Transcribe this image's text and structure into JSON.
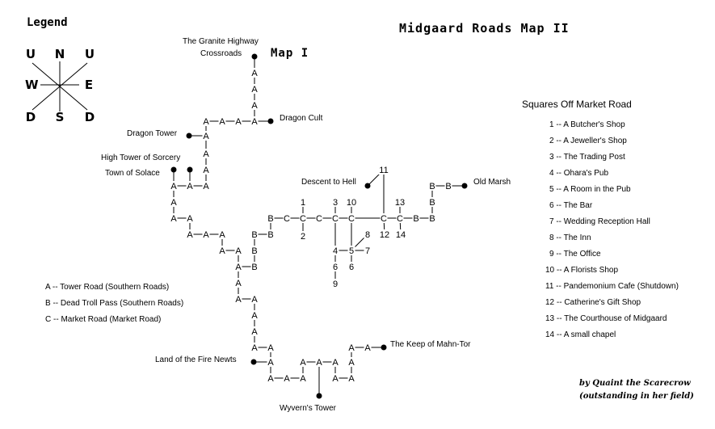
{
  "title": "Midgaard Roads Map II",
  "map_link_label": "Map I",
  "legend": {
    "title": "Legend",
    "compass": {
      "nw": "U",
      "n": "N",
      "ne": "U",
      "w": "W",
      "e": "E",
      "sw": "D",
      "s": "S",
      "se": "D"
    }
  },
  "road_key": [
    "A -- Tower Road (Southern Roads)",
    "B -- Dead Troll Pass (Southern Roads)",
    "C -- Market Road (Market Road)"
  ],
  "places": {
    "granite_line1": "The Granite Highway",
    "granite_line2": "Crossroads",
    "dragon_cult": "Dragon Cult",
    "dragon_tower": "Dragon Tower",
    "high_tower": "High Tower of Sorcery",
    "solace": "Town of Solace",
    "descent": "Descent to Hell",
    "old_marsh": "Old Marsh",
    "fire_newts": "Land of the Fire Newts",
    "mahn_tor": "The Keep of Mahn-Tor",
    "wyvern": "Wyvern's  Tower"
  },
  "squares": {
    "title": "Squares Off Market Road",
    "items": [
      "1 -- A Butcher's Shop",
      "2 -- A Jeweller's Shop",
      "3 -- The Trading Post",
      "4 -- Ohara's Pub",
      "5 -- A Room in the Pub",
      "6 -- The Bar",
      "7 -- Wedding Reception Hall",
      "8 -- The Inn",
      "9 -- The Office",
      "10 -- A Florists Shop",
      "11 -- Pandemonium Cafe (Shutdown)",
      "12 -- Catherine's Gift Shop",
      "13 -- The Courthouse of Midgaard",
      "14 -- A small chapel"
    ]
  },
  "credit": {
    "line1": "by Quaint the Scarecrow",
    "line2": "(outstanding in her field)"
  },
  "nodes": [
    {
      "id": "g",
      "t": "dot",
      "c": [
        315,
        70
      ]
    },
    {
      "id": "a1",
      "t": "A",
      "c": [
        315,
        90
      ]
    },
    {
      "id": "a2",
      "t": "A",
      "c": [
        315,
        110
      ]
    },
    {
      "id": "a3",
      "t": "A",
      "c": [
        315,
        130
      ]
    },
    {
      "id": "a4",
      "t": "A",
      "c": [
        315,
        150
      ]
    },
    {
      "id": "a5",
      "t": "A",
      "c": [
        295,
        150
      ]
    },
    {
      "id": "a6",
      "t": "A",
      "c": [
        275,
        150
      ]
    },
    {
      "id": "a7",
      "t": "A",
      "c": [
        255,
        150
      ]
    },
    {
      "id": "dc",
      "t": "dot",
      "c": [
        335,
        150
      ]
    },
    {
      "id": "a8",
      "t": "A",
      "c": [
        255,
        168
      ]
    },
    {
      "id": "dt",
      "t": "dot",
      "c": [
        234,
        168
      ]
    },
    {
      "id": "a9",
      "t": "A",
      "c": [
        255,
        190
      ]
    },
    {
      "id": "a10",
      "t": "A",
      "c": [
        255,
        210
      ]
    },
    {
      "id": "a11",
      "t": "A",
      "c": [
        255,
        230
      ]
    },
    {
      "id": "a12",
      "t": "A",
      "c": [
        235,
        230
      ]
    },
    {
      "id": "a13",
      "t": "A",
      "c": [
        215,
        230
      ]
    },
    {
      "id": "ht",
      "t": "dot",
      "c": [
        235,
        210
      ]
    },
    {
      "id": "so",
      "t": "dot",
      "c": [
        215,
        210
      ]
    },
    {
      "id": "a14",
      "t": "A",
      "c": [
        215,
        250
      ]
    },
    {
      "id": "a15",
      "t": "A",
      "c": [
        215,
        270
      ]
    },
    {
      "id": "a16",
      "t": "A",
      "c": [
        235,
        270
      ]
    },
    {
      "id": "a17",
      "t": "A",
      "c": [
        235,
        290
      ]
    },
    {
      "id": "a18",
      "t": "A",
      "c": [
        255,
        290
      ]
    },
    {
      "id": "a19",
      "t": "A",
      "c": [
        275,
        290
      ]
    },
    {
      "id": "a20",
      "t": "A",
      "c": [
        275,
        310
      ]
    },
    {
      "id": "a21",
      "t": "A",
      "c": [
        295,
        310
      ]
    },
    {
      "id": "a22",
      "t": "A",
      "c": [
        295,
        330
      ]
    },
    {
      "id": "b1",
      "t": "B",
      "c": [
        315,
        330
      ]
    },
    {
      "id": "b2",
      "t": "B",
      "c": [
        315,
        310
      ]
    },
    {
      "id": "b3",
      "t": "B",
      "c": [
        315,
        290
      ]
    },
    {
      "id": "b4",
      "t": "B",
      "c": [
        335,
        290
      ]
    },
    {
      "id": "b5",
      "t": "B",
      "c": [
        335,
        270
      ]
    },
    {
      "id": "a23",
      "t": "A",
      "c": [
        295,
        350
      ]
    },
    {
      "id": "a24",
      "t": "A",
      "c": [
        295,
        370
      ]
    },
    {
      "id": "a25",
      "t": "A",
      "c": [
        315,
        370
      ]
    },
    {
      "id": "a26",
      "t": "A",
      "c": [
        315,
        390
      ]
    },
    {
      "id": "a27",
      "t": "A",
      "c": [
        315,
        410
      ]
    },
    {
      "id": "a28",
      "t": "A",
      "c": [
        315,
        430
      ]
    },
    {
      "id": "a29",
      "t": "A",
      "c": [
        335,
        430
      ]
    },
    {
      "id": "a30",
      "t": "A",
      "c": [
        335,
        448
      ]
    },
    {
      "id": "fn",
      "t": "dot",
      "c": [
        314,
        448
      ]
    },
    {
      "id": "a31",
      "t": "A",
      "c": [
        335,
        468
      ]
    },
    {
      "id": "a32",
      "t": "A",
      "c": [
        355,
        468
      ]
    },
    {
      "id": "a33",
      "t": "A",
      "c": [
        375,
        468
      ]
    },
    {
      "id": "a34",
      "t": "A",
      "c": [
        375,
        448
      ]
    },
    {
      "id": "a35",
      "t": "A",
      "c": [
        395,
        448
      ]
    },
    {
      "id": "a36",
      "t": "A",
      "c": [
        415,
        448
      ]
    },
    {
      "id": "wy",
      "t": "dot",
      "c": [
        395,
        490
      ]
    },
    {
      "id": "a37",
      "t": "A",
      "c": [
        415,
        468
      ]
    },
    {
      "id": "a38",
      "t": "A",
      "c": [
        435,
        468
      ]
    },
    {
      "id": "a39",
      "t": "A",
      "c": [
        435,
        448
      ]
    },
    {
      "id": "a40",
      "t": "A",
      "c": [
        435,
        430
      ]
    },
    {
      "id": "a41",
      "t": "A",
      "c": [
        455,
        430
      ]
    },
    {
      "id": "mt",
      "t": "dot",
      "c": [
        475,
        430
      ]
    },
    {
      "id": "c1",
      "t": "C",
      "c": [
        355,
        270
      ]
    },
    {
      "id": "c2",
      "t": "C",
      "c": [
        375,
        270
      ]
    },
    {
      "id": "c3",
      "t": "C",
      "c": [
        395,
        270
      ]
    },
    {
      "id": "c4",
      "t": "C",
      "c": [
        415,
        270
      ]
    },
    {
      "id": "c5",
      "t": "C",
      "c": [
        435,
        270
      ]
    },
    {
      "id": "c6",
      "t": "C",
      "c": [
        475,
        270
      ]
    },
    {
      "id": "c7",
      "t": "C",
      "c": [
        495,
        270
      ]
    },
    {
      "id": "b6",
      "t": "B",
      "c": [
        515,
        270
      ]
    },
    {
      "id": "b7",
      "t": "B",
      "c": [
        535,
        270
      ]
    },
    {
      "id": "b8",
      "t": "B",
      "c": [
        535,
        250
      ]
    },
    {
      "id": "b9",
      "t": "B",
      "c": [
        535,
        230
      ]
    },
    {
      "id": "b10",
      "t": "B",
      "c": [
        555,
        230
      ]
    },
    {
      "id": "om",
      "t": "dot",
      "c": [
        575,
        230
      ]
    },
    {
      "id": "n1",
      "t": "1",
      "c": [
        375,
        250
      ]
    },
    {
      "id": "n2",
      "t": "2",
      "c": [
        375,
        292
      ]
    },
    {
      "id": "n3",
      "t": "3",
      "c": [
        415,
        250
      ]
    },
    {
      "id": "n10",
      "t": "10",
      "c": [
        435,
        250
      ]
    },
    {
      "id": "n11",
      "t": "11",
      "c": [
        475,
        210
      ]
    },
    {
      "id": "dh",
      "t": "dot",
      "c": [
        455,
        230
      ]
    },
    {
      "id": "n12",
      "t": "12",
      "c": [
        476,
        290
      ]
    },
    {
      "id": "n13",
      "t": "13",
      "c": [
        495,
        250
      ]
    },
    {
      "id": "n14",
      "t": "14",
      "c": [
        496,
        290
      ]
    },
    {
      "id": "n4",
      "t": "4",
      "c": [
        415,
        310
      ]
    },
    {
      "id": "n5",
      "t": "5",
      "c": [
        435,
        310
      ]
    },
    {
      "id": "n7",
      "t": "7",
      "c": [
        455,
        310
      ]
    },
    {
      "id": "n8",
      "t": "8",
      "c": [
        455,
        290
      ]
    },
    {
      "id": "n6a",
      "t": "6",
      "c": [
        415,
        330
      ]
    },
    {
      "id": "n6b",
      "t": "6",
      "c": [
        435,
        330
      ]
    },
    {
      "id": "n9",
      "t": "9",
      "c": [
        415,
        351
      ]
    }
  ],
  "edges": [
    [
      "g",
      "a1"
    ],
    [
      "a1",
      "a2"
    ],
    [
      "a2",
      "a3"
    ],
    [
      "a3",
      "a4"
    ],
    [
      "a4",
      "a5"
    ],
    [
      "a5",
      "a6"
    ],
    [
      "a6",
      "a7"
    ],
    [
      "a4",
      "dc"
    ],
    [
      "a7",
      "a8"
    ],
    [
      "a8",
      "dt"
    ],
    [
      "a8",
      "a9"
    ],
    [
      "a9",
      "a10"
    ],
    [
      "a10",
      "a11"
    ],
    [
      "a11",
      "a12"
    ],
    [
      "a12",
      "a13"
    ],
    [
      "a12",
      "ht"
    ],
    [
      "a13",
      "so"
    ],
    [
      "a13",
      "a14"
    ],
    [
      "a14",
      "a15"
    ],
    [
      "a15",
      "a16"
    ],
    [
      "a16",
      "a17"
    ],
    [
      "a17",
      "a18"
    ],
    [
      "a18",
      "a19"
    ],
    [
      "a19",
      "a20"
    ],
    [
      "a20",
      "a21"
    ],
    [
      "a21",
      "a22"
    ],
    [
      "a22",
      "b1"
    ],
    [
      "b1",
      "b2"
    ],
    [
      "b2",
      "b3"
    ],
    [
      "b3",
      "b4"
    ],
    [
      "b4",
      "b5"
    ],
    [
      "b5",
      "c1"
    ],
    [
      "a22",
      "a23"
    ],
    [
      "a23",
      "a24"
    ],
    [
      "a24",
      "a25"
    ],
    [
      "a25",
      "a26"
    ],
    [
      "a26",
      "a27"
    ],
    [
      "a27",
      "a28"
    ],
    [
      "a28",
      "a29"
    ],
    [
      "a29",
      "a30"
    ],
    [
      "a30",
      "fn"
    ],
    [
      "a30",
      "a31"
    ],
    [
      "a31",
      "a32"
    ],
    [
      "a32",
      "a33"
    ],
    [
      "a33",
      "a34"
    ],
    [
      "a34",
      "a35"
    ],
    [
      "a35",
      "a36"
    ],
    [
      "a35",
      "wy"
    ],
    [
      "a36",
      "a37"
    ],
    [
      "a37",
      "a38"
    ],
    [
      "a38",
      "a39"
    ],
    [
      "a39",
      "a40"
    ],
    [
      "a40",
      "a41"
    ],
    [
      "a41",
      "mt"
    ],
    [
      "c1",
      "c2"
    ],
    [
      "c2",
      "c3"
    ],
    [
      "c3",
      "c4"
    ],
    [
      "c4",
      "c5"
    ],
    [
      "c5",
      "c6"
    ],
    [
      "c6",
      "c7"
    ],
    [
      "c7",
      "b6"
    ],
    [
      "b6",
      "b7"
    ],
    [
      "b7",
      "b8"
    ],
    [
      "b8",
      "b9"
    ],
    [
      "b9",
      "b10"
    ],
    [
      "b10",
      "om"
    ],
    [
      "c2",
      "n1"
    ],
    [
      "c2",
      "n2"
    ],
    [
      "c4",
      "n3"
    ],
    [
      "c5",
      "n10"
    ],
    [
      "c6",
      "n11"
    ],
    [
      "n11",
      "dh"
    ],
    [
      "c6",
      "n12"
    ],
    [
      "c7",
      "n13"
    ],
    [
      "c7",
      "n14"
    ],
    [
      "c4",
      "n4"
    ],
    [
      "c5",
      "n5"
    ],
    [
      "n4",
      "n5"
    ],
    [
      "n5",
      "n7"
    ],
    [
      "n5",
      "n8"
    ],
    [
      "n4",
      "n6a"
    ],
    [
      "n6a",
      "n9"
    ],
    [
      "n5",
      "n6b"
    ]
  ]
}
